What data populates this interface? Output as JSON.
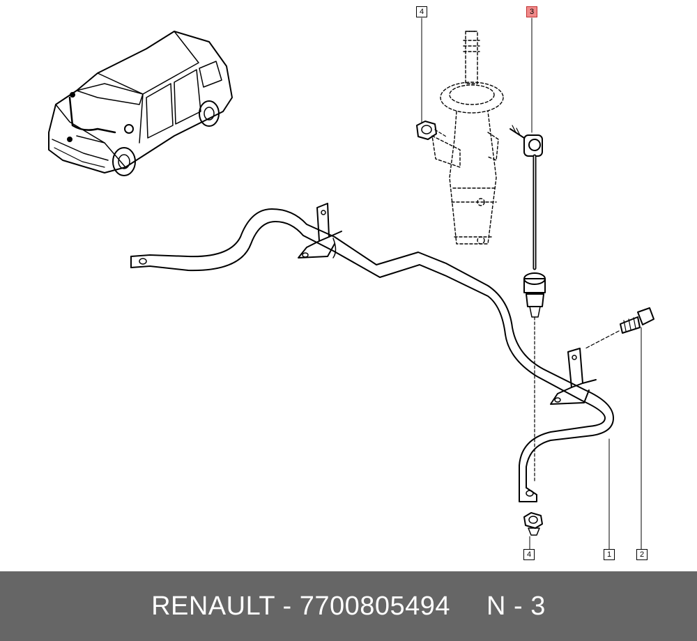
{
  "callouts": {
    "c4_top": "4",
    "c3_top": "3",
    "c4_bottom": "4",
    "c1": "1",
    "c2": "2"
  },
  "footer": {
    "part_text": "RENAULT - 7700805494",
    "ref_text": "N - 3"
  },
  "colors": {
    "footer_bg": "#666666",
    "highlight": "#f08a8a"
  }
}
